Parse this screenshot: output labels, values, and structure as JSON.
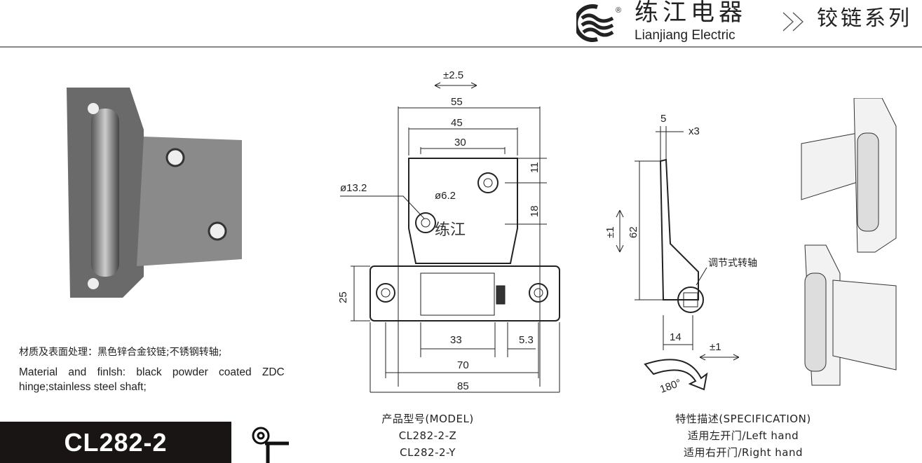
{
  "header": {
    "brand_cn": "练江电器",
    "brand_en": "Lianjiang Electric",
    "registered": "®",
    "series": "铰链系列"
  },
  "material": {
    "cn": "材质及表面处理：黑色锌合金铰链;不锈钢转轴;",
    "en_line1": "Material and finlsh: black powder coated ZDC",
    "en_line2": "hinge;stainless steel shaft;"
  },
  "model_code": "CL282-2",
  "drawing": {
    "tol_top": "±2.5",
    "d55": "55",
    "d45": "45",
    "d30": "30",
    "d11": "11",
    "d18": "18",
    "d25": "25",
    "dia13": "ø13.2",
    "dia6": "ø6.2",
    "watermark": "练江",
    "d33": "33",
    "d53": "5.3",
    "d70": "70",
    "d85": "85"
  },
  "side": {
    "d5": "5",
    "x3": "x3",
    "d62": "62",
    "tol1": "±1",
    "label": "调节式转轴",
    "d14": "14",
    "tol2": "±1",
    "angle": "180°"
  },
  "model": {
    "title": "产品型号(MODEL)",
    "items": [
      "CL282-2-Z",
      "CL282-2-Y"
    ]
  },
  "spec": {
    "title": "特性描述(SPECIFICATION)",
    "items": [
      "适用左开门/Left hand",
      "适用右开门/Right hand"
    ]
  }
}
